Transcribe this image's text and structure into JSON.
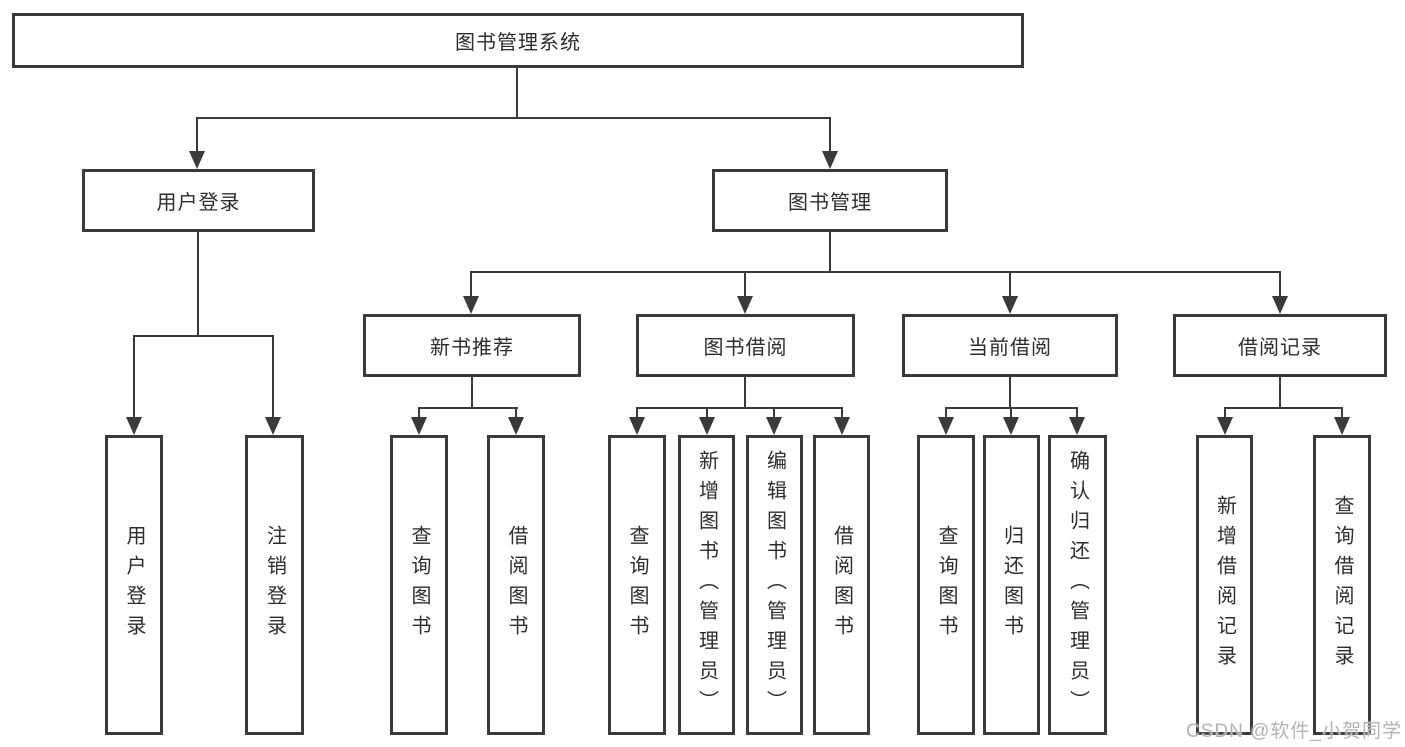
{
  "colors": {
    "line": "#3a3a3a",
    "box_border": "#3a3a3a",
    "text": "#2d2d2d",
    "watermark": "#b3b3b3",
    "background": "#ffffff"
  },
  "diagram": {
    "root": {
      "label": "图书管理系统"
    },
    "level2": [
      {
        "label": "用户登录"
      },
      {
        "label": "图书管理"
      }
    ],
    "level3": [
      {
        "label": "新书推荐"
      },
      {
        "label": "图书借阅"
      },
      {
        "label": "当前借阅"
      },
      {
        "label": "借阅记录"
      }
    ],
    "leaves": {
      "user_login": [
        "用户登录",
        "注销登录"
      ],
      "new_book_recommend": [
        "查询图书",
        "借阅图书"
      ],
      "book_borrow": [
        "查询图书",
        "新增图书（管理员）",
        "编辑图书（管理员）",
        "借阅图书"
      ],
      "current_borrow": [
        "查询图书",
        "归还图书",
        "确认归还（管理员）"
      ],
      "borrow_record": [
        "新增借阅记录",
        "查询借阅记录"
      ]
    }
  },
  "watermark": {
    "text": "CSDN @软件_小贺同学"
  }
}
